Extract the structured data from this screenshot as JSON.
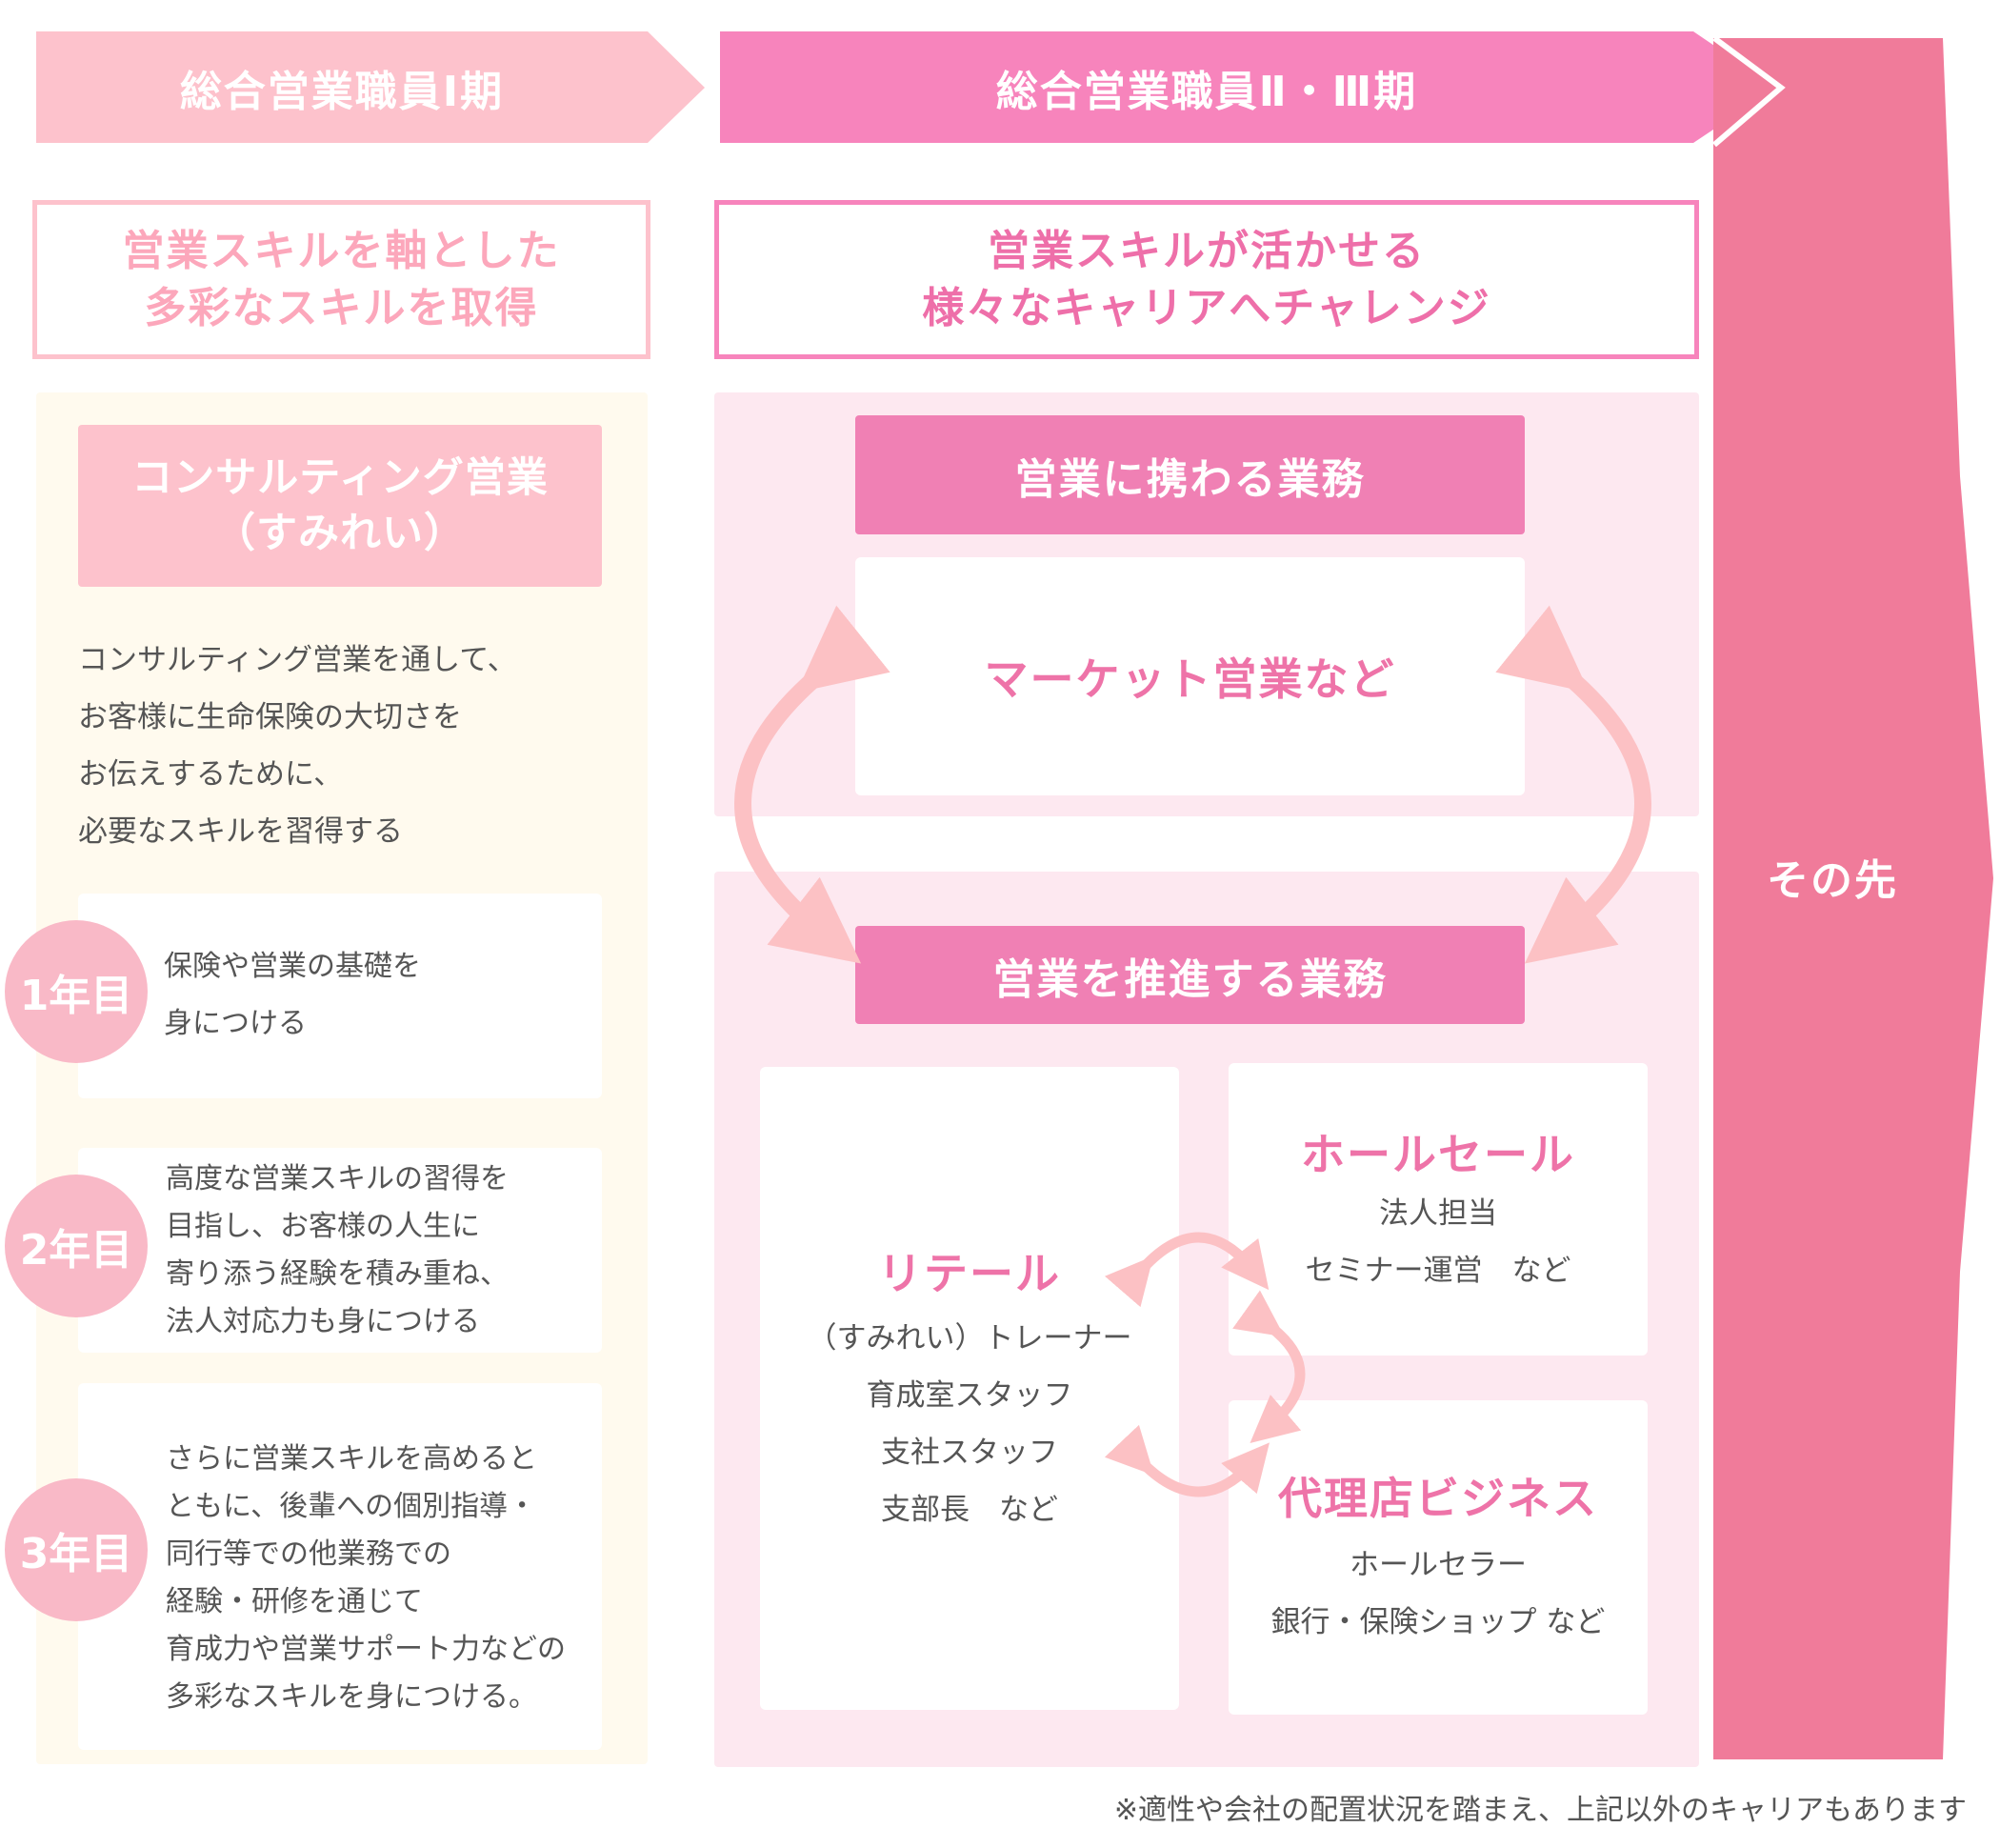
{
  "phase1": {
    "label": "総合営業職員Ⅰ期"
  },
  "phase2": {
    "label": "総合営業職員Ⅱ・Ⅲ期"
  },
  "beyond": {
    "label": "その先"
  },
  "goal1": {
    "line1": "営業スキルを軸とした",
    "line2": "多彩なスキルを取得"
  },
  "goal2": {
    "line1": "営業スキルが活かせる",
    "line2": "様々なキャリアへチャレンジ"
  },
  "consulting": {
    "title_line1": "コンサルティング営業",
    "title_line2": "（すみれい）",
    "description": [
      "コンサルティング営業を通して、",
      "お客様に生命保険の大切さを",
      "お伝えするために、",
      "必要なスキルを習得する"
    ]
  },
  "years": [
    {
      "badge": "1年目",
      "lines": [
        "保険や営業の基礎を",
        "身につける"
      ]
    },
    {
      "badge": "2年目",
      "lines": [
        "高度な営業スキルの習得を",
        "目指し、お客様の人生に",
        "寄り添う経験を積み重ね、",
        "法人対応力も身につける"
      ]
    },
    {
      "badge": "3年目",
      "lines": [
        "さらに営業スキルを高めると",
        "ともに、後輩への個別指導・",
        "同行等での他業務での",
        "経験・研修を通じて",
        "育成力や営業サポート力などの",
        "多彩なスキルを身につける。"
      ]
    }
  ],
  "sales_related": {
    "header": "営業に携わる業務",
    "item": "マーケット営業など"
  },
  "sales_promotion": {
    "header": "営業を推進する業務",
    "retail": {
      "title": "リテール",
      "items": [
        "（すみれい）トレーナー",
        "育成室スタッフ",
        "支社スタッフ",
        "支部長　など"
      ]
    },
    "wholesale": {
      "title": "ホールセール",
      "items": [
        "法人担当",
        "セミナー運営　など"
      ]
    },
    "agency": {
      "title": "代理店ビジネス",
      "items": [
        "ホールセラー",
        "銀行・保険ショップ など"
      ]
    }
  },
  "footnote": "※適性や会社の配置状況を踏まえ、上記以外のキャリアもあります",
  "colors": {
    "phase1": "#fdc2cc",
    "phase2": "#f784bc",
    "beyond": "#f07b9a",
    "cream": "#fffaee",
    "pink_bg": "#fde8f0",
    "header": "#f080b4",
    "arrow": "#fcc1c4",
    "accent_text": "#ee73a8"
  }
}
